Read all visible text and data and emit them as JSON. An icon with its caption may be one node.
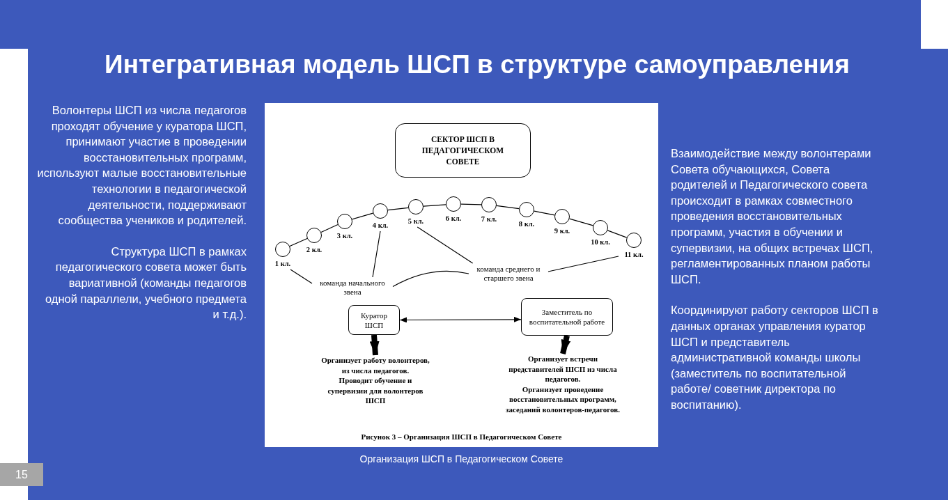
{
  "diagram": {
    "title": "Интегративная модель ШСП в структуре самоуправления",
    "caption": "Организация ШСП в Педагогическом Совете",
    "nodes": [
      {
        "text": [
          "СЕКТОР ШСП В ПЕДАГОГИЧЕСКОМ СОВЕТЕ"
        ]
      },
      {
        "text": [],
        "shape": "circle",
        "beside": [
          "1 кл."
        ]
      },
      {
        "text": [],
        "shape": "circle",
        "beside": [
          "2 кл."
        ]
      },
      {
        "text": [],
        "shape": "circle",
        "beside": [
          "3 кл."
        ]
      },
      {
        "text": [],
        "shape": "circle",
        "beside": [
          "4 кл."
        ]
      },
      {
        "text": [],
        "shape": "circle",
        "beside": [
          "5 кл."
        ]
      },
      {
        "text": [],
        "shape": "circle",
        "beside": [
          "6 кл."
        ]
      },
      {
        "text": [],
        "shape": "circle",
        "beside": [
          "7 кл."
        ]
      },
      {
        "text": [],
        "shape": "circle",
        "beside": [
          "8 кл."
        ]
      },
      {
        "text": [],
        "shape": "circle",
        "beside": [
          "9 кл."
        ]
      },
      {
        "text": [],
        "shape": "circle",
        "beside": [
          "10 кл."
        ]
      },
      {
        "text": [],
        "shape": "circle",
        "beside": [
          "11 кл."
        ]
      },
      {
        "text": [
          "команда начального звена"
        ]
      },
      {
        "text": [
          "команда среднего и старшего звена"
        ]
      },
      {
        "text": [
          "Куратор ШСП"
        ]
      },
      {
        "text": [
          "Заместитель по воспитательной работе"
        ]
      },
      {
        "text": [
          "Организует работу волонтеров, из числа педагогов.",
          "Проводит обучение и супервизии для волонтеров ШСП"
        ]
      },
      {
        "text": [
          "Организует встречи представителей ШСП из числа педагогов.",
          "Организует проведение восстановительных программ, заседаний волонтеров-педагогов."
        ]
      }
    ],
    "edges": [
      {
        "from": 1,
        "to": 2,
        "arrow": "none"
      },
      {
        "from": 2,
        "to": 3,
        "arrow": "none"
      },
      {
        "from": 3,
        "to": 4,
        "arrow": "none"
      },
      {
        "from": 4,
        "to": 5,
        "arrow": "none"
      },
      {
        "from": 5,
        "to": 6,
        "arrow": "none"
      },
      {
        "from": 6,
        "to": 7,
        "arrow": "none"
      },
      {
        "from": 7,
        "to": 8,
        "arrow": "none"
      },
      {
        "from": 8,
        "to": 9,
        "arrow": "none"
      },
      {
        "from": 9,
        "to": 10,
        "arrow": "none"
      },
      {
        "from": 10,
        "to": 11,
        "arrow": "none"
      },
      {
        "from": 1,
        "to": 12,
        "arrow": "none"
      },
      {
        "from": 4,
        "to": 12,
        "arrow": "none"
      },
      {
        "from": 5,
        "to": 13,
        "arrow": "none"
      },
      {
        "from": 11,
        "to": 13,
        "arrow": "none"
      },
      {
        "from": 12,
        "to": 13,
        "arrow": "none"
      },
      {
        "from": 14,
        "to": 15,
        "arrow": "both"
      },
      {
        "from": 14,
        "to": 16,
        "arrow": "to",
        "style": "thick"
      },
      {
        "from": 15,
        "to": 17,
        "arrow": "to",
        "style": "thick"
      }
    ],
    "labels": [
      "Волонтеры ШСП из числа педагогов проходят обучение у куратора ШСП, принимают участие в проведении восстановительных программ, используют малые восстановительные технологии в педагогической деятельности, поддерживают сообщества учеников и родителей.",
      "Структура ШСП в рамках педагогического совета может быть вариативной (команды педагогов одной параллели,  учебного предмета и т.д.).",
      "Рисунок 3 – Организация ШСП в Педагогическом Совете",
      "Взаимодействие между волонтерами Совета обучающихся, Совета родителей и Педагогического совета происходит в рамках совместного проведения восстановительных программ, участия в обучении и супервизии, на общих встречах ШСП, регламентированных планом работы ШСП.",
      "Координируют работу секторов ШСП в данных органах управления куратор ШСП и представитель административной команды школы (заместитель по воспитательной работе/ советник директора по воспитанию).",
      "15"
    ]
  }
}
